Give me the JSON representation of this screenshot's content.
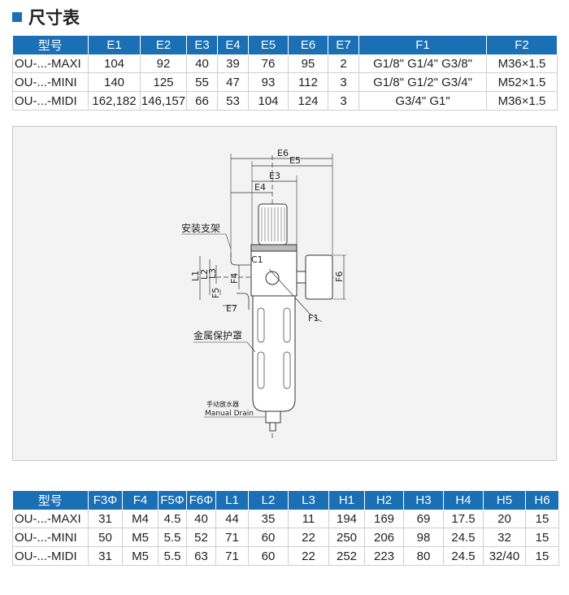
{
  "title": "尺寸表",
  "table1": {
    "headers": [
      "型号",
      "E1",
      "E2",
      "E3",
      "E4",
      "E5",
      "E6",
      "E7",
      "F1",
      "F2"
    ],
    "rows": [
      [
        "OU-...-MAXI",
        "104",
        "92",
        "40",
        "39",
        "76",
        "95",
        "2",
        "G1/8\"  G1/4\"  G3/8\"",
        "M36×1.5"
      ],
      [
        "OU-...-MINI",
        "140",
        "125",
        "55",
        "47",
        "93",
        "112",
        "3",
        "G1/8\"  G1/2\"  G3/4\"",
        "M52×1.5"
      ],
      [
        "OU-...-MIDI",
        "162,182",
        "146,157",
        "66",
        "53",
        "104",
        "124",
        "3",
        "G3/4\"  G1\"",
        "M36×1.5"
      ]
    ]
  },
  "diagram": {
    "dims": {
      "E6": "E6",
      "E5": "E5",
      "E3": "E3",
      "E4": "E4",
      "L1": "L1",
      "L2": "L2",
      "L3": "L3",
      "F4": "F4",
      "F5": "F5",
      "E7": "E7",
      "C1": "C1",
      "F1": "F1",
      "F6": "F6"
    },
    "labels": {
      "bracket": "安装支架",
      "guard": "金属保护罩",
      "drain_cn": "手动放水器",
      "drain_en": "Manual Drain"
    }
  },
  "table2": {
    "headers": [
      "型号",
      "F3Φ",
      "F4",
      "F5Φ",
      "F6Φ",
      "L1",
      "L2",
      "L3",
      "H1",
      "H2",
      "H3",
      "H4",
      "H5",
      "H6"
    ],
    "rows": [
      [
        "OU-...-MAXI",
        "31",
        "M4",
        "4.5",
        "40",
        "44",
        "35",
        "11",
        "194",
        "169",
        "69",
        "17.5",
        "20",
        "15"
      ],
      [
        "OU-...-MINI",
        "50",
        "M5",
        "5.5",
        "52",
        "71",
        "60",
        "22",
        "250",
        "206",
        "98",
        "24.5",
        "32",
        "15"
      ],
      [
        "OU-...-MIDI",
        "31",
        "M5",
        "5.5",
        "63",
        "71",
        "60",
        "22",
        "252",
        "223",
        "80",
        "24.5",
        "32/40",
        "15"
      ]
    ]
  }
}
